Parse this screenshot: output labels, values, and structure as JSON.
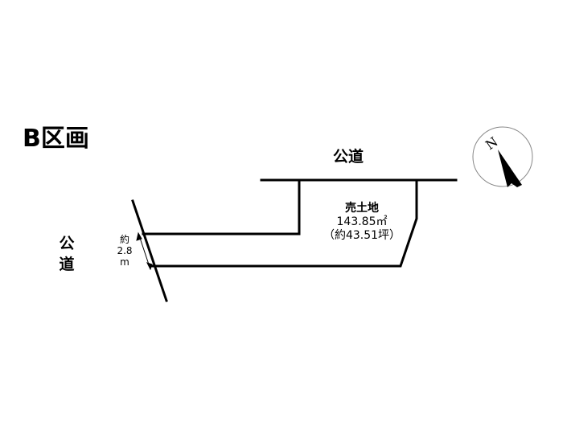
{
  "title": "B区画",
  "road_top": "公道",
  "road_left": "公道",
  "frontage": {
    "prefix": "約",
    "value": "2.8",
    "unit": "m"
  },
  "lot": {
    "name": "売土地",
    "area_sqm": "143.85㎡",
    "area_tsubo": "（約43.51坪）"
  },
  "compass": {
    "label": "N"
  }
}
